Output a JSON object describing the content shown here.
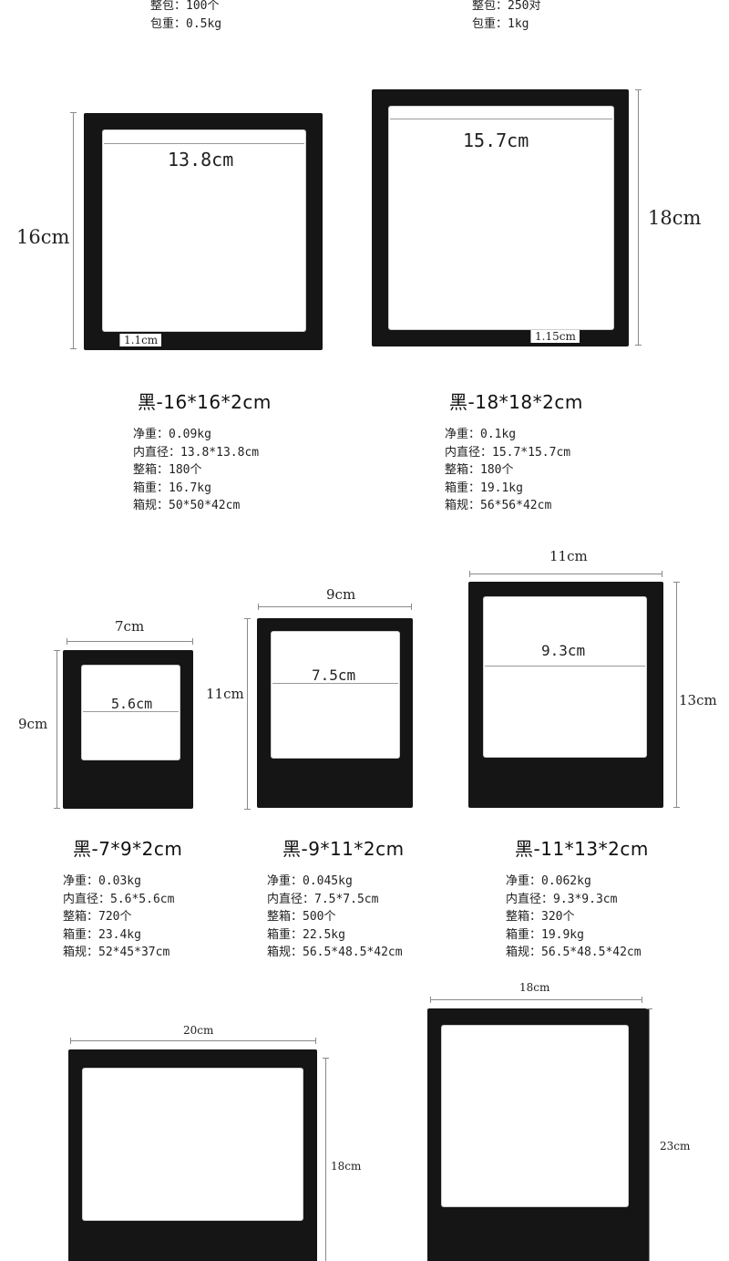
{
  "top_specs": {
    "left": [
      "整包：100个",
      "包重：0.5kg"
    ],
    "right": [
      "整包：250对",
      "包重：1kg"
    ]
  },
  "products": [
    {
      "id": "p16",
      "title": "黑-16*16*2cm",
      "inner_label": "13.8cm",
      "height_label": "16cm",
      "border_label": "1.1cm",
      "specs": [
        "净重：0.09kg",
        "内直径：13.8*13.8cm",
        "整箱：180个",
        "箱重：16.7kg",
        "箱规：50*50*42cm"
      ]
    },
    {
      "id": "p18",
      "title": "黑-18*18*2cm",
      "inner_label": "15.7cm",
      "height_label": "18cm",
      "border_label": "1.15cm",
      "specs": [
        "净重：0.1kg",
        "内直径：15.7*15.7cm",
        "整箱：180个",
        "箱重：19.1kg",
        "箱规：56*56*42cm"
      ]
    },
    {
      "id": "p7x9",
      "title": "黑-7*9*2cm",
      "width_label": "7cm",
      "height_label": "9cm",
      "inner_label": "5.6cm",
      "specs": [
        "净重：0.03kg",
        "内直径：5.6*5.6cm",
        "整箱：720个",
        "箱重：23.4kg",
        "箱规：52*45*37cm"
      ]
    },
    {
      "id": "p9x11",
      "title": "黑-9*11*2cm",
      "width_label": "9cm",
      "height_label": "11cm",
      "inner_label": "7.5cm",
      "specs": [
        "净重：0.045kg",
        "内直径：7.5*7.5cm",
        "整箱：500个",
        "箱重：22.5kg",
        "箱规：56.5*48.5*42cm"
      ]
    },
    {
      "id": "p11x13",
      "title": "黑-11*13*2cm",
      "width_label": "11cm",
      "height_label": "13cm",
      "inner_label": "9.3cm",
      "specs": [
        "净重：0.062kg",
        "内直径：9.3*9.3cm",
        "整箱：320个",
        "箱重：19.9kg",
        "箱规：56.5*48.5*42cm"
      ]
    },
    {
      "id": "p20x18",
      "width_label": "20cm",
      "height_label": "18cm"
    },
    {
      "id": "p18x23",
      "width_label": "18cm",
      "height_label": "23cm"
    }
  ],
  "colors": {
    "frame": "#151515",
    "background": "#ffffff",
    "dimension_line": "#8a8a8a"
  }
}
